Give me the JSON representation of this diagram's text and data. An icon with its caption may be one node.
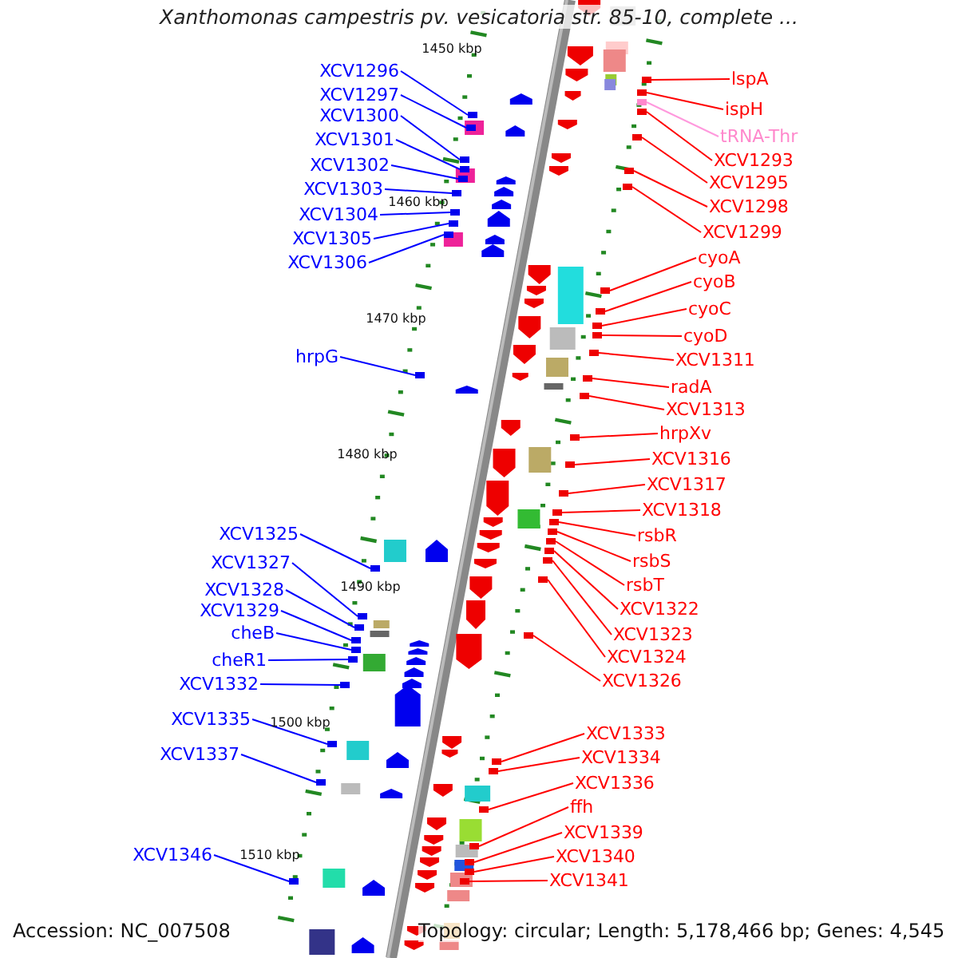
{
  "diagram": {
    "title": "Xanthomonas campestris pv. vesicatoria str. 85-10, complete ...",
    "nodes": [
      {
        "text": [
          "XCV1296"
        ]
      },
      {
        "text": [
          "XCV1297"
        ]
      },
      {
        "text": [
          "XCV1300"
        ]
      },
      {
        "text": [
          "XCV1301"
        ]
      },
      {
        "text": [
          "XCV1302"
        ]
      },
      {
        "text": [
          "XCV1303"
        ]
      },
      {
        "text": [
          "XCV1304"
        ]
      },
      {
        "text": [
          "XCV1305"
        ]
      },
      {
        "text": [
          "XCV1306"
        ]
      },
      {
        "text": [
          "hrpG"
        ]
      },
      {
        "text": [
          "XCV1325"
        ]
      },
      {
        "text": [
          "XCV1327"
        ]
      },
      {
        "text": [
          "XCV1328"
        ]
      },
      {
        "text": [
          "XCV1329"
        ]
      },
      {
        "text": [
          "cheB"
        ]
      },
      {
        "text": [
          "cheR1"
        ]
      },
      {
        "text": [
          "XCV1332"
        ]
      },
      {
        "text": [
          "XCV1335"
        ]
      },
      {
        "text": [
          "XCV1337"
        ]
      },
      {
        "text": [
          "XCV1346"
        ]
      },
      {
        "text": [
          "lspA"
        ]
      },
      {
        "text": [
          "ispH"
        ]
      },
      {
        "text": [
          "tRNA-Thr"
        ]
      },
      {
        "text": [
          "XCV1293"
        ]
      },
      {
        "text": [
          "XCV1295"
        ]
      },
      {
        "text": [
          "XCV1298"
        ]
      },
      {
        "text": [
          "XCV1299"
        ]
      },
      {
        "text": [
          "cyoA"
        ]
      },
      {
        "text": [
          "cyoB"
        ]
      },
      {
        "text": [
          "cyoC"
        ]
      },
      {
        "text": [
          "cyoD"
        ]
      },
      {
        "text": [
          "XCV1311"
        ]
      },
      {
        "text": [
          "radA"
        ]
      },
      {
        "text": [
          "XCV1313"
        ]
      },
      {
        "text": [
          "hrpXv"
        ]
      },
      {
        "text": [
          "XCV1316"
        ]
      },
      {
        "text": [
          "XCV1317"
        ]
      },
      {
        "text": [
          "XCV1318"
        ]
      },
      {
        "text": [
          "rsbR"
        ]
      },
      {
        "text": [
          "rsbS"
        ]
      },
      {
        "text": [
          "rsbT"
        ]
      },
      {
        "text": [
          "XCV1322"
        ]
      },
      {
        "text": [
          "XCV1323"
        ]
      },
      {
        "text": [
          "XCV1324"
        ]
      },
      {
        "text": [
          "XCV1326"
        ]
      },
      {
        "text": [
          "XCV1333"
        ]
      },
      {
        "text": [
          "XCV1334"
        ]
      },
      {
        "text": [
          "XCV1336"
        ]
      },
      {
        "text": [
          "ffh"
        ]
      },
      {
        "text": [
          "XCV1339"
        ]
      },
      {
        "text": [
          "XCV1340"
        ]
      },
      {
        "text": [
          "XCV1341"
        ]
      },
      {
        "text": [],
        "shape": "box"
      },
      {
        "text": [],
        "shape": "box"
      },
      {
        "text": [],
        "shape": "box"
      },
      {
        "text": [],
        "shape": "box"
      },
      {
        "text": [],
        "shape": "box"
      },
      {
        "text": [],
        "shape": "box"
      },
      {
        "text": [],
        "shape": "box"
      },
      {
        "text": [],
        "shape": "box"
      },
      {
        "text": [],
        "shape": "box"
      },
      {
        "text": [],
        "shape": "box"
      },
      {
        "text": [],
        "shape": "box"
      },
      {
        "text": [],
        "shape": "box"
      },
      {
        "text": [],
        "shape": "box"
      },
      {
        "text": [],
        "shape": "box"
      },
      {
        "text": [],
        "shape": "box"
      },
      {
        "text": [],
        "shape": "box"
      },
      {
        "text": [],
        "shape": "box"
      },
      {
        "text": [],
        "shape": "box"
      },
      {
        "text": [],
        "shape": "box"
      },
      {
        "text": [],
        "shape": "box"
      },
      {
        "text": [],
        "shape": "box"
      },
      {
        "text": [],
        "shape": "box"
      },
      {
        "text": [],
        "shape": "box"
      },
      {
        "text": [],
        "shape": "box"
      },
      {
        "text": [],
        "shape": "box"
      },
      {
        "text": [],
        "shape": "box"
      },
      {
        "text": [],
        "shape": "box"
      },
      {
        "text": [],
        "shape": "box"
      },
      {
        "text": [],
        "shape": "box"
      },
      {
        "text": [],
        "shape": "box"
      },
      {
        "text": [],
        "shape": "box"
      },
      {
        "text": [],
        "shape": "box"
      },
      {
        "text": [],
        "shape": "box"
      },
      {
        "text": [],
        "shape": "box"
      },
      {
        "text": [],
        "shape": "box"
      },
      {
        "text": [],
        "shape": "box"
      },
      {
        "text": [],
        "shape": "box"
      },
      {
        "text": [],
        "shape": "box"
      },
      {
        "text": [],
        "shape": "box"
      },
      {
        "text": [],
        "shape": "box"
      },
      {
        "text": [],
        "shape": "box"
      },
      {
        "text": [],
        "shape": "box"
      },
      {
        "text": [],
        "shape": "box"
      },
      {
        "text": [],
        "shape": "box"
      },
      {
        "text": [],
        "shape": "box"
      },
      {
        "text": [],
        "shape": "box"
      },
      {
        "text": [],
        "shape": "box"
      },
      {
        "text": [],
        "shape": "box"
      },
      {
        "text": [],
        "shape": "box"
      },
      {
        "text": [],
        "shape": "box"
      },
      {
        "text": [],
        "shape": "box"
      },
      {
        "text": [],
        "shape": "box"
      }
    ],
    "edges": [
      {
        "from": 0,
        "to": 52,
        "arrow": "none",
        "color": "#0000ff"
      },
      {
        "from": 1,
        "to": 53,
        "arrow": "none",
        "color": "#0000ff"
      },
      {
        "from": 2,
        "to": 54,
        "arrow": "none",
        "color": "#0000ff"
      },
      {
        "from": 3,
        "to": 55,
        "arrow": "none",
        "color": "#0000ff"
      },
      {
        "from": 4,
        "to": 56,
        "arrow": "none",
        "color": "#0000ff"
      },
      {
        "from": 5,
        "to": 57,
        "arrow": "none",
        "color": "#0000ff"
      },
      {
        "from": 6,
        "to": 58,
        "arrow": "none",
        "color": "#0000ff"
      },
      {
        "from": 7,
        "to": 59,
        "arrow": "none",
        "color": "#0000ff"
      },
      {
        "from": 8,
        "to": 60,
        "arrow": "none",
        "color": "#0000ff"
      },
      {
        "from": 9,
        "to": 61,
        "arrow": "none",
        "color": "#0000ff"
      },
      {
        "from": 10,
        "to": 62,
        "arrow": "none",
        "color": "#0000ff"
      },
      {
        "from": 11,
        "to": 63,
        "arrow": "none",
        "color": "#0000ff"
      },
      {
        "from": 12,
        "to": 64,
        "arrow": "none",
        "color": "#0000ff"
      },
      {
        "from": 13,
        "to": 65,
        "arrow": "none",
        "color": "#0000ff"
      },
      {
        "from": 14,
        "to": 66,
        "arrow": "none",
        "color": "#0000ff"
      },
      {
        "from": 15,
        "to": 67,
        "arrow": "none",
        "color": "#0000ff"
      },
      {
        "from": 16,
        "to": 68,
        "arrow": "none",
        "color": "#0000ff"
      },
      {
        "from": 17,
        "to": 69,
        "arrow": "none",
        "color": "#0000ff"
      },
      {
        "from": 18,
        "to": 70,
        "arrow": "none",
        "color": "#0000ff"
      },
      {
        "from": 19,
        "to": 71,
        "arrow": "none",
        "color": "#0000ff"
      },
      {
        "from": 20,
        "to": 72,
        "arrow": "none"
      },
      {
        "from": 21,
        "to": 73,
        "arrow": "none"
      },
      {
        "from": 22,
        "to": 74,
        "arrow": "none",
        "color": "#ff99dd"
      },
      {
        "from": 23,
        "to": 75,
        "arrow": "none"
      },
      {
        "from": 24,
        "to": 76,
        "arrow": "none"
      },
      {
        "from": 25,
        "to": 77,
        "arrow": "none"
      },
      {
        "from": 26,
        "to": 78,
        "arrow": "none"
      },
      {
        "from": 27,
        "to": 79,
        "arrow": "none"
      },
      {
        "from": 28,
        "to": 80,
        "arrow": "none"
      },
      {
        "from": 29,
        "to": 81,
        "arrow": "none"
      },
      {
        "from": 30,
        "to": 82,
        "arrow": "none"
      },
      {
        "from": 31,
        "to": 83,
        "arrow": "none"
      },
      {
        "from": 32,
        "to": 84,
        "arrow": "none"
      },
      {
        "from": 33,
        "to": 85,
        "arrow": "none"
      },
      {
        "from": 34,
        "to": 86,
        "arrow": "none"
      },
      {
        "from": 35,
        "to": 87,
        "arrow": "none"
      },
      {
        "from": 36,
        "to": 88,
        "arrow": "none"
      },
      {
        "from": 37,
        "to": 89,
        "arrow": "none"
      },
      {
        "from": 38,
        "to": 90,
        "arrow": "none"
      },
      {
        "from": 39,
        "to": 91,
        "arrow": "none"
      },
      {
        "from": 40,
        "to": 92,
        "arrow": "none"
      },
      {
        "from": 41,
        "to": 93,
        "arrow": "none"
      },
      {
        "from": 42,
        "to": 94,
        "arrow": "none"
      },
      {
        "from": 43,
        "to": 95,
        "arrow": "none"
      },
      {
        "from": 44,
        "to": 96,
        "arrow": "none"
      },
      {
        "from": 45,
        "to": 97,
        "arrow": "none"
      },
      {
        "from": 46,
        "to": 98,
        "arrow": "none"
      },
      {
        "from": 47,
        "to": 99,
        "arrow": "none"
      },
      {
        "from": 48,
        "to": 100,
        "arrow": "none"
      },
      {
        "from": 49,
        "to": 101,
        "arrow": "none"
      },
      {
        "from": 50,
        "to": 102,
        "arrow": "none"
      },
      {
        "from": 51,
        "to": 103,
        "arrow": "none"
      }
    ],
    "labels": [
      "1450 kbp",
      "1460 kbp",
      "1470 kbp",
      "1480 kbp",
      "1490 kbp",
      "1500 kbp",
      "1510 kbp",
      "Accession: NC_007508",
      "Topology: circular; Length: 5,178,466 bp; Genes: 4,545"
    ]
  }
}
